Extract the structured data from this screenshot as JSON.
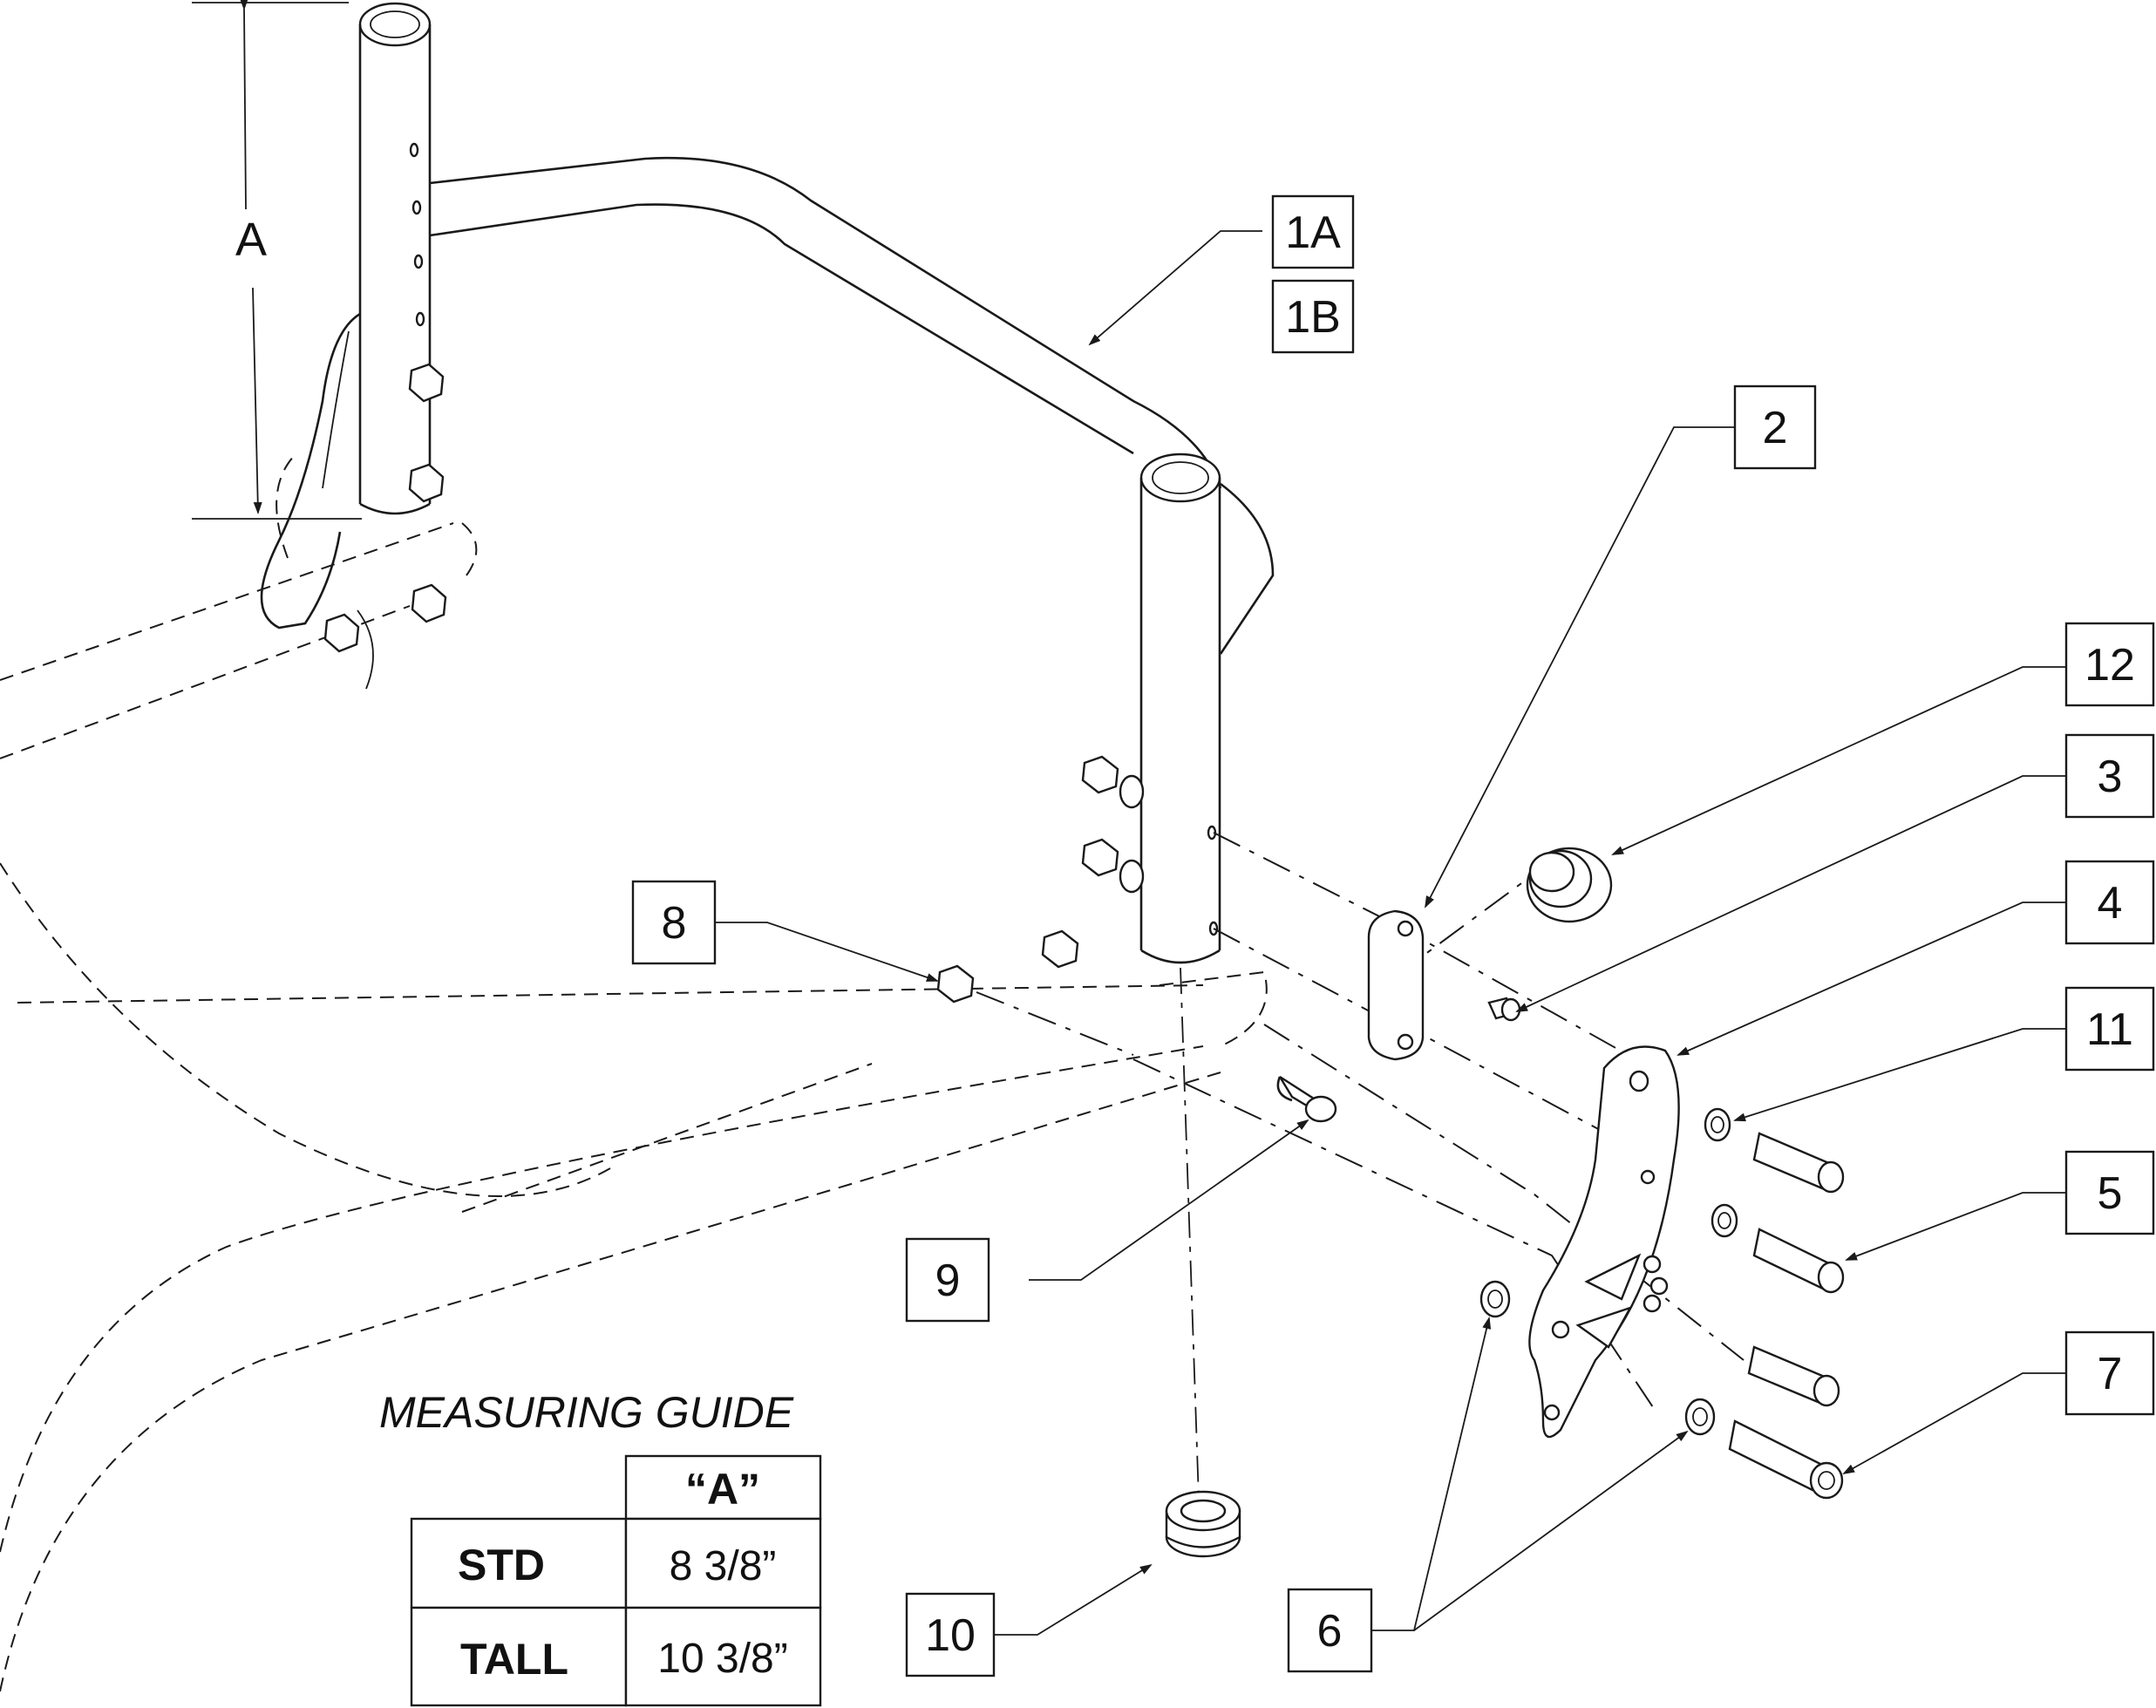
{
  "dimension": {
    "label": "A"
  },
  "callouts": {
    "c1a": "1A",
    "c1b": "1B",
    "c2": "2",
    "c3": "3",
    "c4": "4",
    "c5": "5",
    "c6": "6",
    "c7": "7",
    "c8": "8",
    "c9": "9",
    "c10": "10",
    "c11": "11",
    "c12": "12"
  },
  "measuring_guide": {
    "title": "MEASURING GUIDE",
    "column_header": "“A”",
    "rows": [
      {
        "name": "STD",
        "value": "8 3/8”"
      },
      {
        "name": "TALL",
        "value": "10 3/8”"
      }
    ]
  }
}
